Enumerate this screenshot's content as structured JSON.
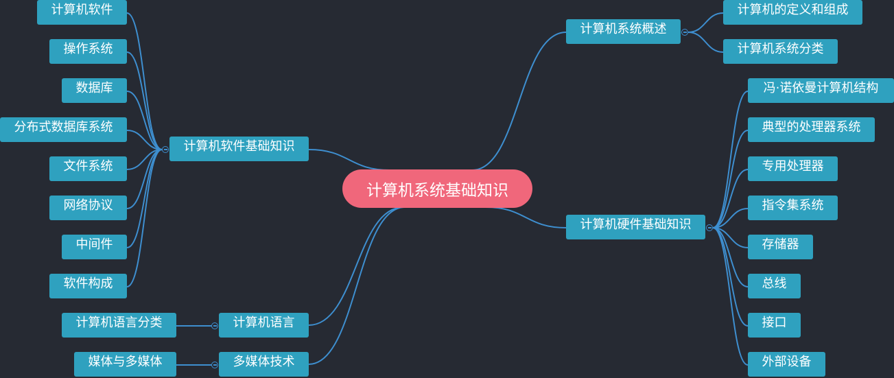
{
  "root": {
    "label": "计算机系统基础知识"
  },
  "branches": {
    "overview": {
      "label": "计算机系统概述",
      "children": [
        "计算机的定义和组成",
        "计算机系统分类"
      ]
    },
    "hardware": {
      "label": "计算机硬件基础知识",
      "children": [
        "冯·诺依曼计算机结构",
        "典型的处理器系统",
        "专用处理器",
        "指令集系统",
        "存储器",
        "总线",
        "接口",
        "外部设备"
      ]
    },
    "software": {
      "label": "计算机软件基础知识",
      "children": [
        "计算机软件",
        "操作系统",
        "数据库",
        "分布式数据库系统",
        "文件系统",
        "网络协议",
        "中间件",
        "软件构成"
      ]
    },
    "language": {
      "label": "计算机语言",
      "children": [
        "计算机语言分类"
      ]
    },
    "multimedia": {
      "label": "多媒体技术",
      "children": [
        "媒体与多媒体"
      ]
    }
  },
  "colors": {
    "background": "#262a33",
    "node": "#2fa1bf",
    "root": "#f0677b",
    "link": "#3e8fd0",
    "text": "#ffffff"
  }
}
